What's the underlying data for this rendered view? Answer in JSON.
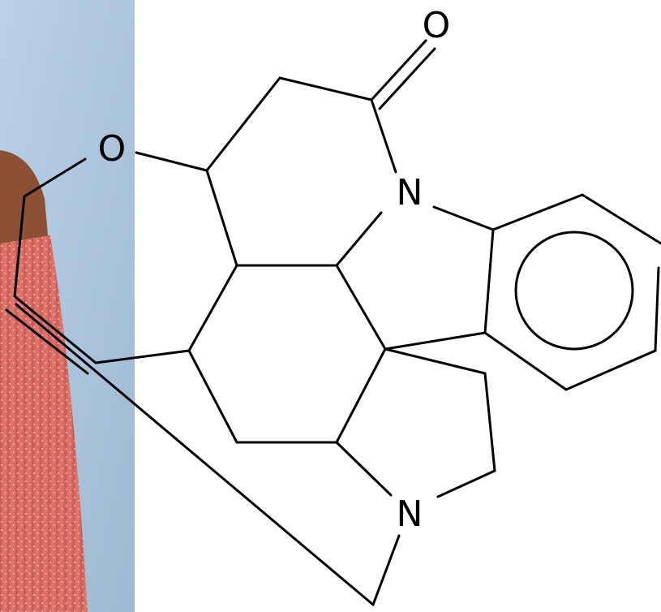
{
  "atoms": {
    "oxygen_ether": "O",
    "oxygen_carbonyl": "O",
    "nitrogen_amide": "N",
    "nitrogen_amine": "N"
  },
  "colors": {
    "photo_background": "#a9c4dd",
    "photo_stripe": "#d9685f",
    "photo_cap": "#9a5a3a",
    "bond": "#000000"
  }
}
